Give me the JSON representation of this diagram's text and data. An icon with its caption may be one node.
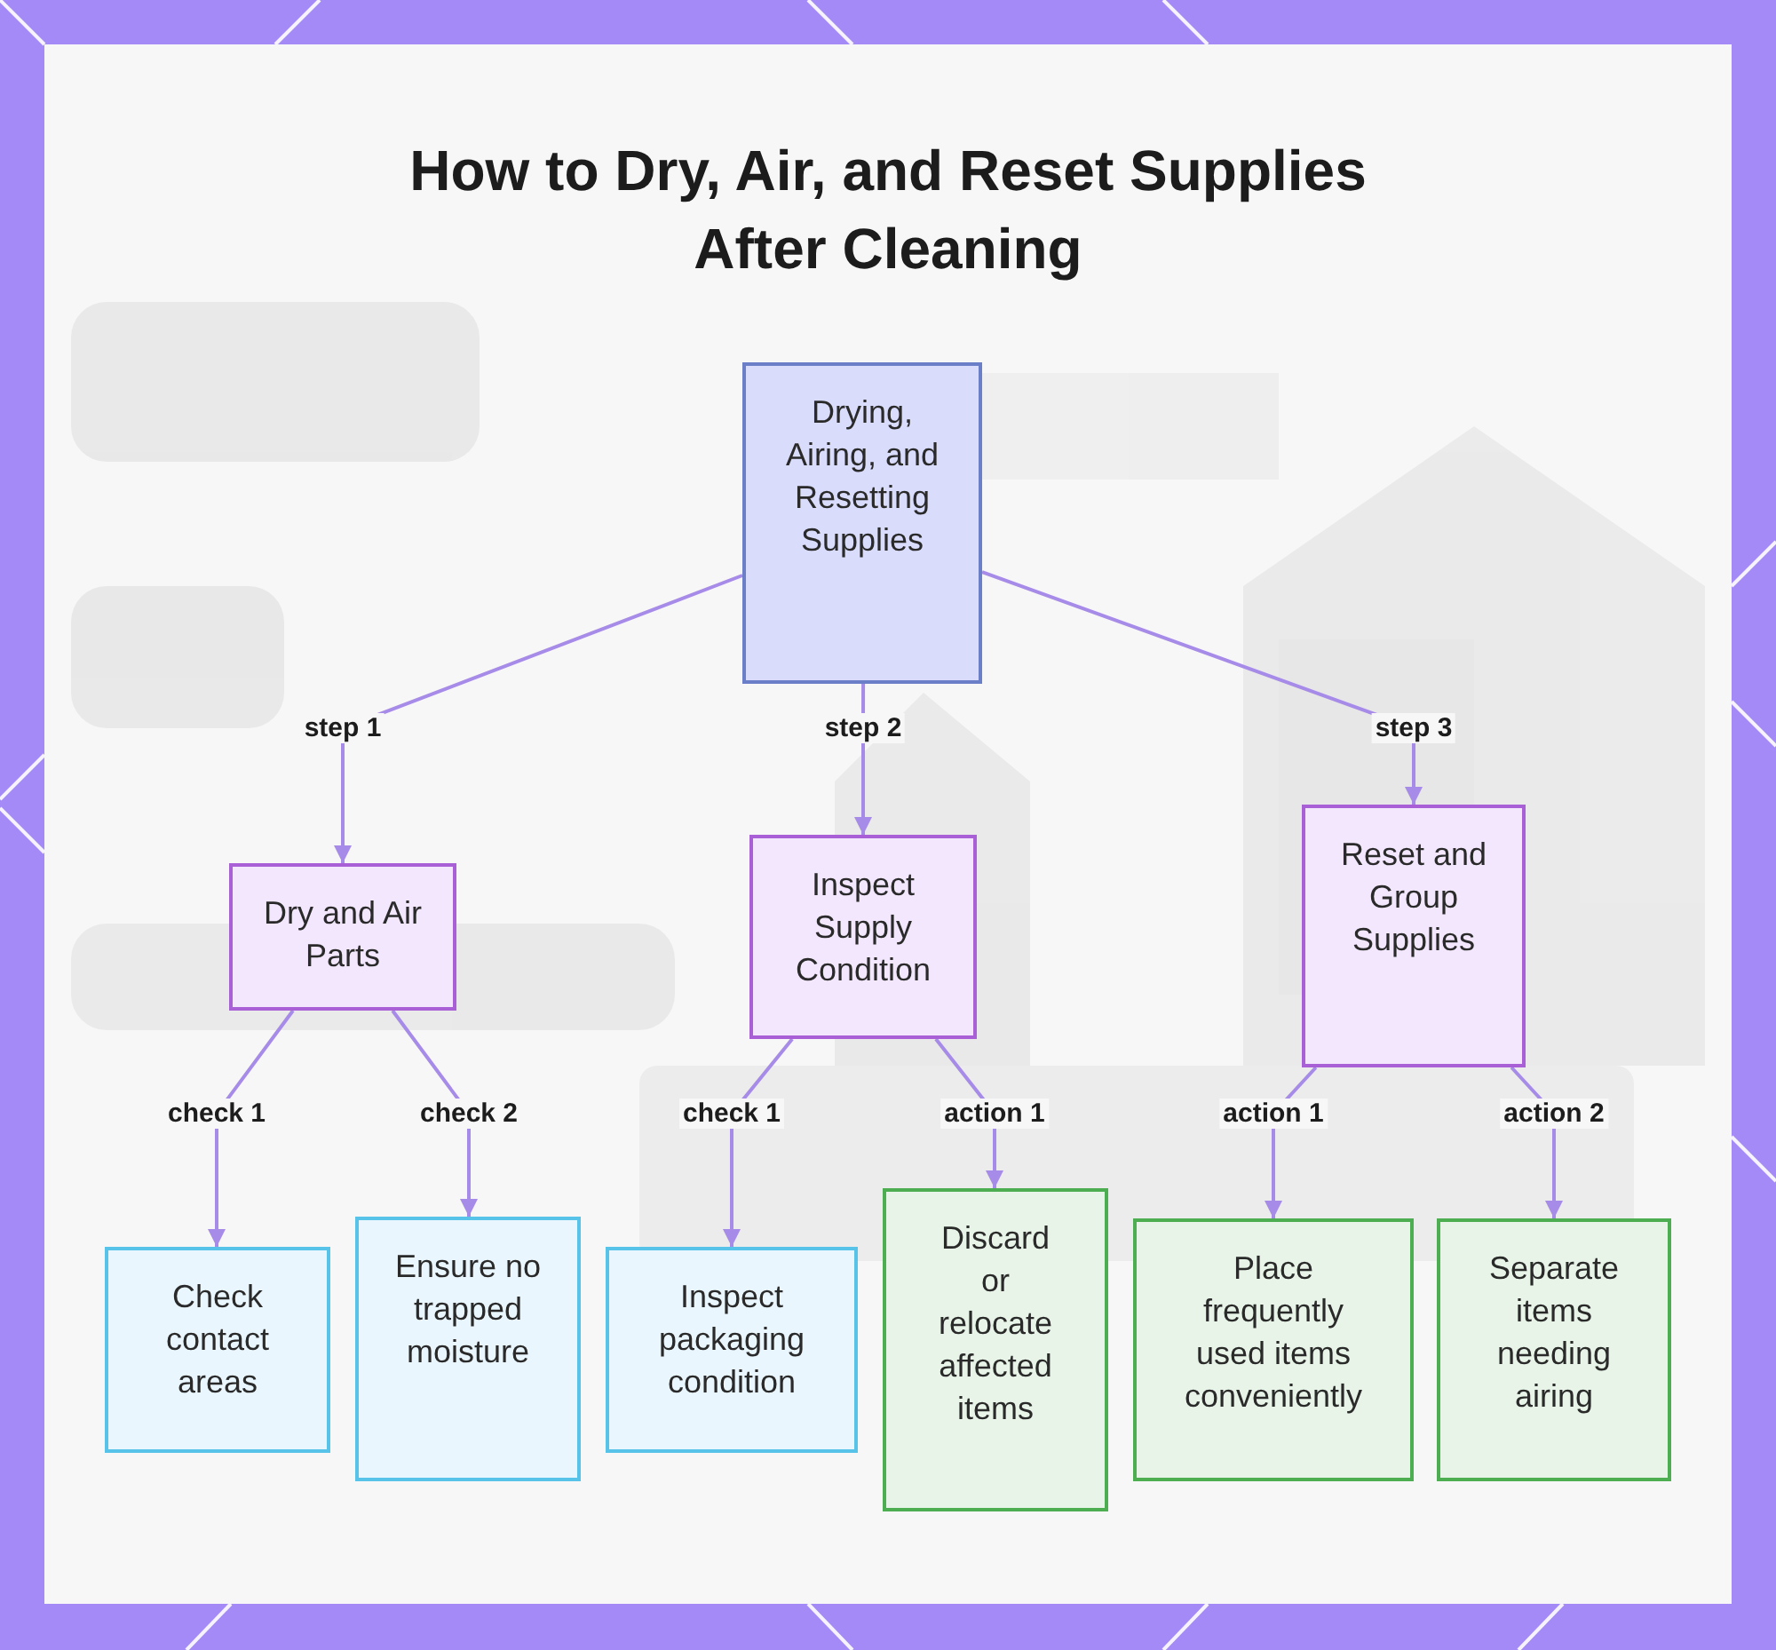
{
  "diagram": {
    "title": "How to Dry, Air, and Reset Supplies After Cleaning",
    "nodes": [
      {
        "text": [
          "Drying, Airing, and Resetting Supplies"
        ]
      },
      {
        "text": [
          "Dry and Air Parts"
        ]
      },
      {
        "text": [
          "Inspect Supply Condition"
        ]
      },
      {
        "text": [
          "Reset and Group Supplies"
        ]
      },
      {
        "text": [
          "Check contact areas"
        ]
      },
      {
        "text": [
          "Ensure no trapped moisture"
        ]
      },
      {
        "text": [
          "Inspect packaging condition"
        ]
      },
      {
        "text": [
          "Discard or relocate affected items"
        ]
      },
      {
        "text": [
          "Place frequently used items conveniently"
        ]
      },
      {
        "text": [
          "Separate items needing airing"
        ]
      }
    ],
    "edges": [
      {
        "from": 0,
        "to": 1,
        "arrow": "to",
        "label": "step 1"
      },
      {
        "from": 0,
        "to": 2,
        "arrow": "to",
        "label": "step 2"
      },
      {
        "from": 0,
        "to": 3,
        "arrow": "to",
        "label": "step 3"
      },
      {
        "from": 1,
        "to": 4,
        "arrow": "to",
        "label": "check 1"
      },
      {
        "from": 1,
        "to": 5,
        "arrow": "to",
        "label": "check 2"
      },
      {
        "from": 2,
        "to": 6,
        "arrow": "to",
        "label": "check 1"
      },
      {
        "from": 2,
        "to": 7,
        "arrow": "to",
        "label": "action 1"
      },
      {
        "from": 3,
        "to": 8,
        "arrow": "to",
        "label": "action 1"
      },
      {
        "from": 3,
        "to": 9,
        "arrow": "to",
        "label": "action 2"
      }
    ]
  }
}
